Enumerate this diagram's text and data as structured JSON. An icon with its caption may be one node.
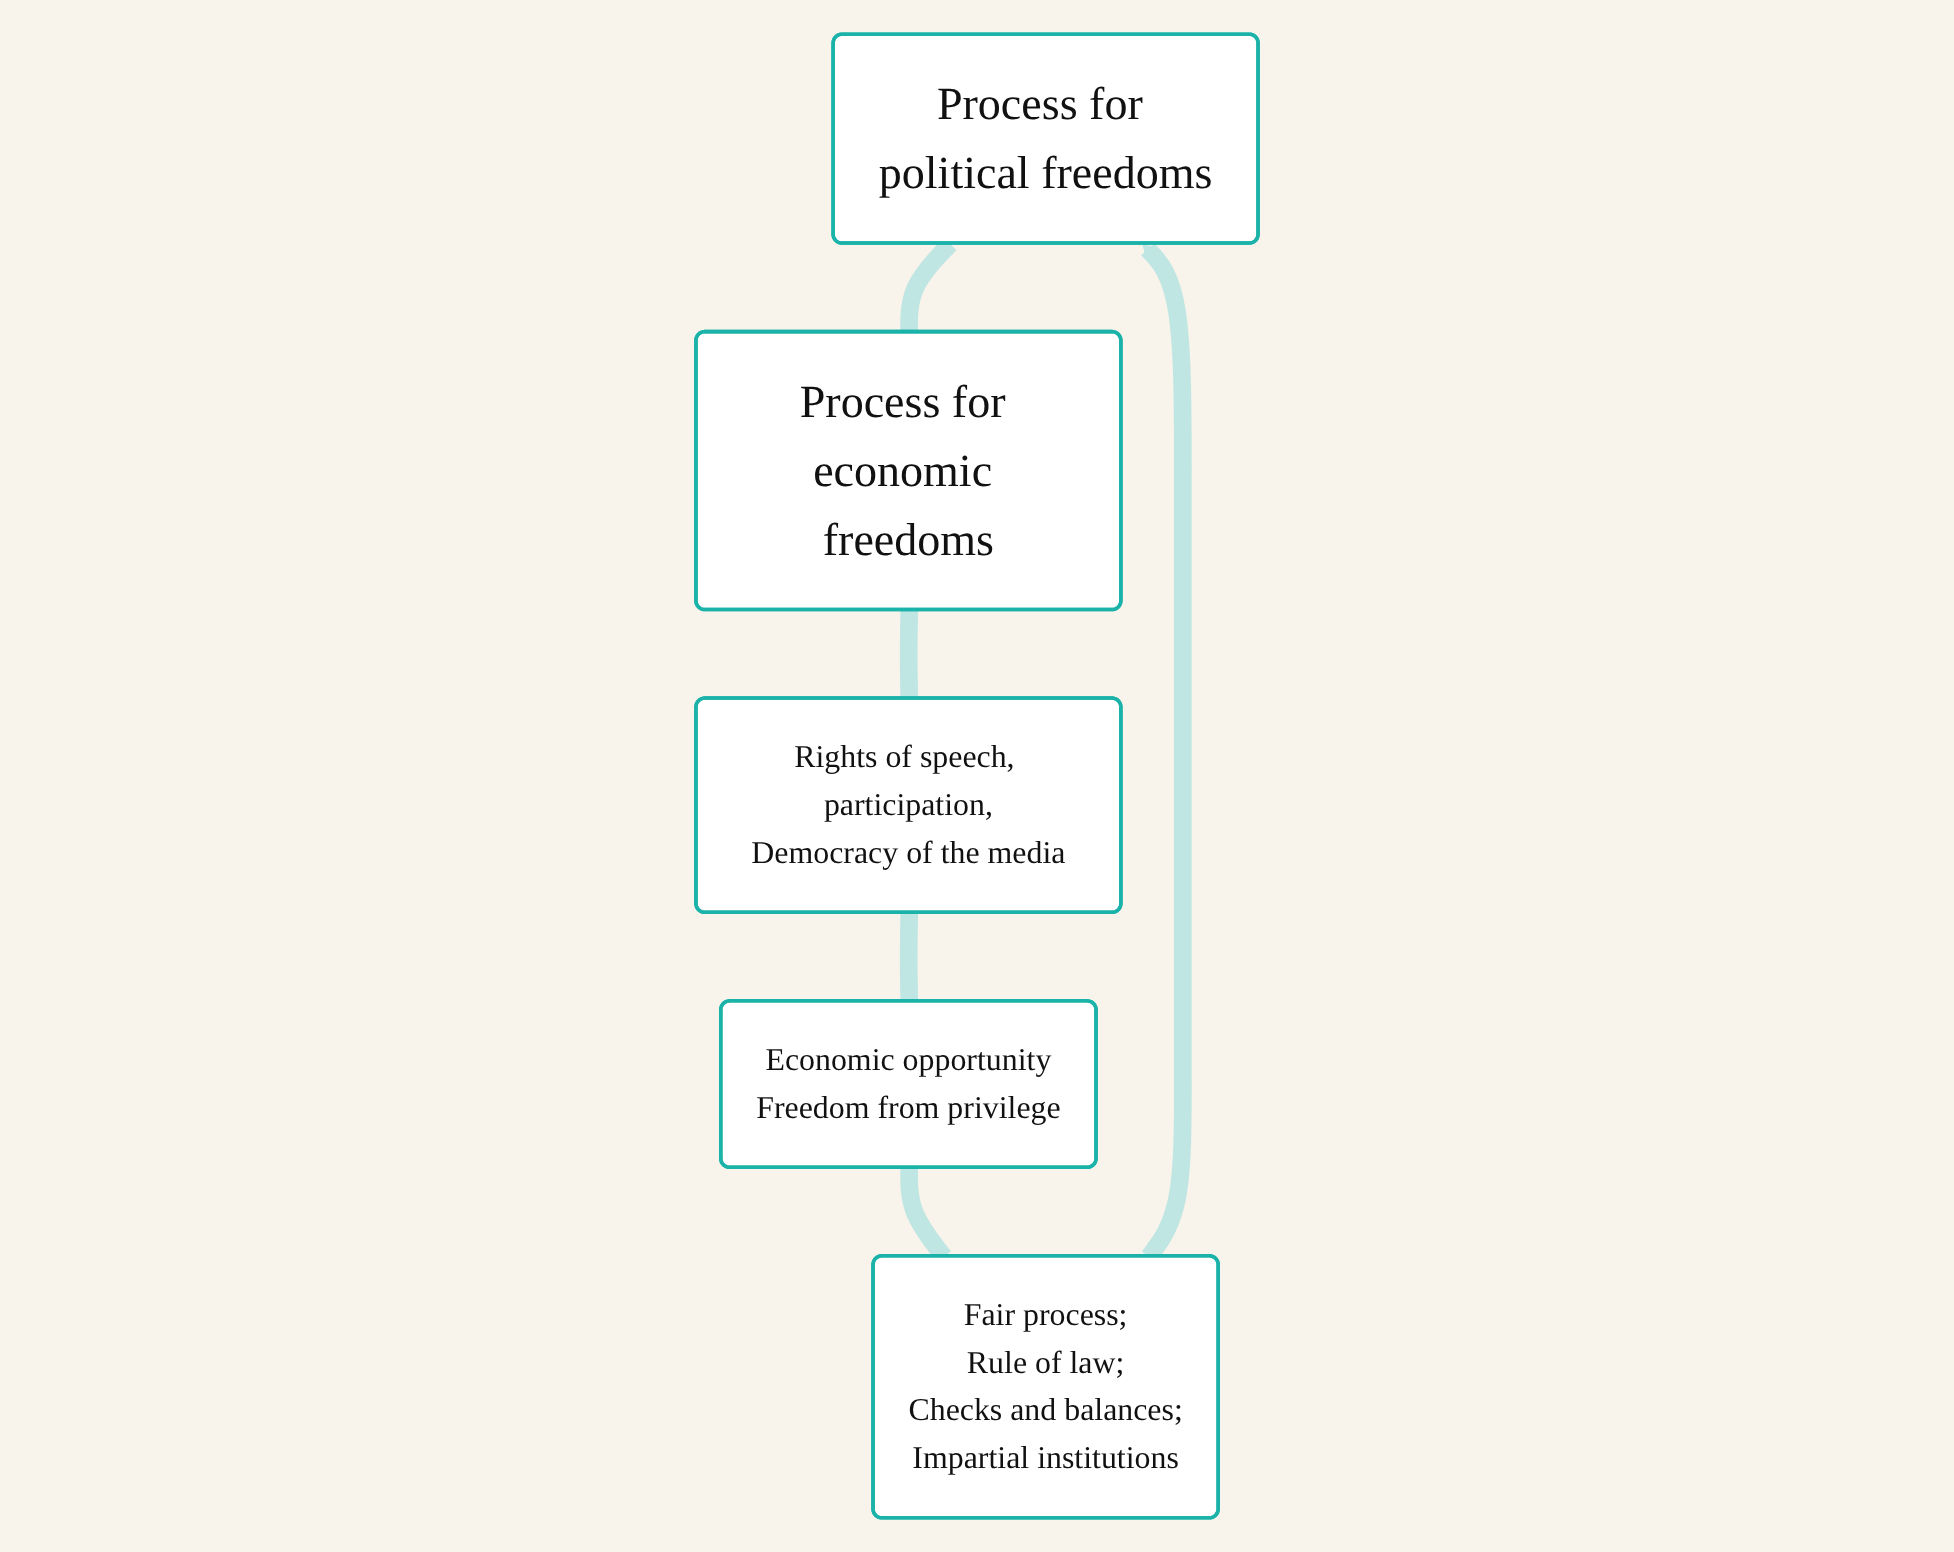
{
  "diagram": {
    "nodes": [
      {
        "text": [
          "Process for political freedoms"
        ]
      },
      {
        "text": [
          "Process for economic freedoms"
        ]
      },
      {
        "text": [
          "Rights of speech, participation,",
          "Democracy of the media"
        ]
      },
      {
        "text": [
          "Economic opportunity",
          "Freedom from privilege"
        ]
      },
      {
        "text": [
          "Fair process;",
          "Rule of law;",
          "Checks and balances;",
          "Impartial institutions"
        ]
      }
    ],
    "edges": [
      {
        "from": 0,
        "to": 1,
        "arrow": "none"
      },
      {
        "from": 1,
        "to": 2,
        "arrow": "none"
      },
      {
        "from": 2,
        "to": 3,
        "arrow": "none"
      },
      {
        "from": 3,
        "to": 4,
        "arrow": "none"
      },
      {
        "from": 4,
        "to": 0,
        "arrow": "to"
      }
    ]
  }
}
